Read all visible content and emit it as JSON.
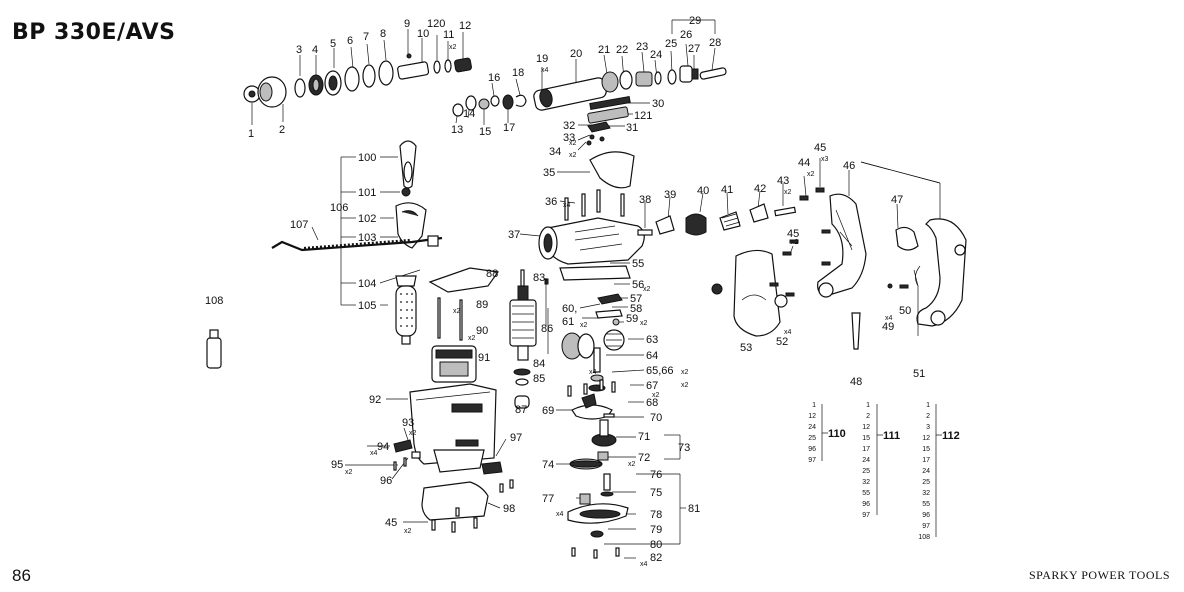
{
  "header": {
    "model": "BP 330E/AVS"
  },
  "footer": {
    "page": "86",
    "brand": "SPARKY POWER TOOLS"
  },
  "callouts": [
    {
      "t": "1"
    },
    {
      "t": "2"
    },
    {
      "t": "3"
    },
    {
      "t": "4"
    },
    {
      "t": "5"
    },
    {
      "t": "6"
    },
    {
      "t": "7"
    },
    {
      "t": "8"
    },
    {
      "t": "9"
    },
    {
      "t": "10"
    },
    {
      "t": "120"
    },
    {
      "t": "11"
    },
    {
      "t": "12"
    },
    {
      "t": "13"
    },
    {
      "t": "14"
    },
    {
      "t": "15"
    },
    {
      "t": "16"
    },
    {
      "t": "17"
    },
    {
      "t": "18"
    },
    {
      "t": "19"
    },
    {
      "t": "20"
    },
    {
      "t": "21"
    },
    {
      "t": "22"
    },
    {
      "t": "23"
    },
    {
      "t": "24"
    },
    {
      "t": "25"
    },
    {
      "t": "26"
    },
    {
      "t": "27"
    },
    {
      "t": "28"
    },
    {
      "t": "29"
    },
    {
      "t": "30"
    },
    {
      "t": "121"
    },
    {
      "t": "31"
    },
    {
      "t": "32"
    },
    {
      "t": "33"
    },
    {
      "t": "34"
    },
    {
      "t": "35"
    },
    {
      "t": "36"
    },
    {
      "t": "37"
    },
    {
      "t": "38"
    },
    {
      "t": "39"
    },
    {
      "t": "40"
    },
    {
      "t": "41"
    },
    {
      "t": "42"
    },
    {
      "t": "43"
    },
    {
      "t": "44"
    },
    {
      "t": "45"
    },
    {
      "t": "46"
    },
    {
      "t": "47"
    },
    {
      "t": "45"
    },
    {
      "t": "55"
    },
    {
      "t": "56"
    },
    {
      "t": "57"
    },
    {
      "t": "58"
    },
    {
      "t": "60,"
    },
    {
      "t": "61"
    },
    {
      "t": "59"
    },
    {
      "t": "83"
    },
    {
      "t": "86"
    },
    {
      "t": "63"
    },
    {
      "t": "64"
    },
    {
      "t": "65,66"
    },
    {
      "t": "84"
    },
    {
      "t": "85"
    },
    {
      "t": "67"
    },
    {
      "t": "68"
    },
    {
      "t": "87"
    },
    {
      "t": "69"
    },
    {
      "t": "70"
    },
    {
      "t": "71"
    },
    {
      "t": "73"
    },
    {
      "t": "72"
    },
    {
      "t": "74"
    },
    {
      "t": "76"
    },
    {
      "t": "75"
    },
    {
      "t": "77"
    },
    {
      "t": "81"
    },
    {
      "t": "78"
    },
    {
      "t": "79"
    },
    {
      "t": "80"
    },
    {
      "t": "82"
    },
    {
      "t": "100"
    },
    {
      "t": "101"
    },
    {
      "t": "106"
    },
    {
      "t": "102"
    },
    {
      "t": "107"
    },
    {
      "t": "103"
    },
    {
      "t": "104"
    },
    {
      "t": "88"
    },
    {
      "t": "105"
    },
    {
      "t": "89"
    },
    {
      "t": "90"
    },
    {
      "t": "108"
    },
    {
      "t": "91"
    },
    {
      "t": "92"
    },
    {
      "t": "93"
    },
    {
      "t": "94"
    },
    {
      "t": "95"
    },
    {
      "t": "96"
    },
    {
      "t": "97"
    },
    {
      "t": "98"
    },
    {
      "t": "45"
    },
    {
      "t": "53"
    },
    {
      "t": "52"
    },
    {
      "t": "48"
    },
    {
      "t": "49"
    },
    {
      "t": "50"
    },
    {
      "t": "51"
    }
  ],
  "quantities": [
    "x2",
    "x4",
    "x2",
    "x2",
    "x4",
    "x3",
    "x2",
    "x2",
    "x2",
    "x2",
    "x2",
    "x2",
    "x2",
    "x2",
    "x4",
    "x2",
    "x2",
    "x2",
    "x4",
    "x2",
    "x2",
    "x4",
    "x4",
    "x2",
    "x4",
    "x2",
    "x4"
  ],
  "kits": [
    {
      "name": "110",
      "items": [
        "1",
        "12",
        "24",
        "25",
        "96",
        "97"
      ]
    },
    {
      "name": "111",
      "items": [
        "1",
        "2",
        "12",
        "15",
        "17",
        "24",
        "25",
        "32",
        "55",
        "96",
        "97"
      ]
    },
    {
      "name": "112",
      "items": [
        "1",
        "2",
        "3",
        "12",
        "15",
        "17",
        "24",
        "25",
        "32",
        "55",
        "96",
        "97",
        "108"
      ]
    }
  ]
}
